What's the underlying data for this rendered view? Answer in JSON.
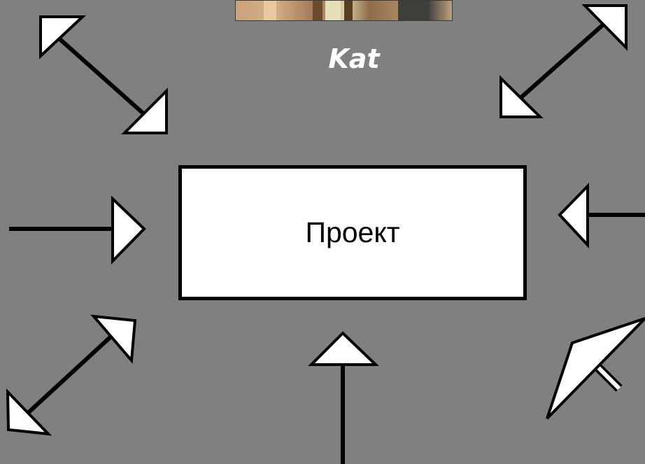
{
  "person": {
    "name": "Kat"
  },
  "center": {
    "label": "Проект"
  },
  "colors": {
    "background": "#808080",
    "box_fill": "#ffffff",
    "stroke": "#000000",
    "arrow_fill": "#ffffff",
    "name_text": "#ffffff"
  },
  "arrows": [
    {
      "id": "top-left",
      "kind": "double-headed"
    },
    {
      "id": "top-right",
      "kind": "double-headed"
    },
    {
      "id": "left",
      "kind": "single-headed"
    },
    {
      "id": "right",
      "kind": "single-headed"
    },
    {
      "id": "bottom-left",
      "kind": "double-headed"
    },
    {
      "id": "bottom-center",
      "kind": "single-headed"
    },
    {
      "id": "bottom-right",
      "kind": "single-headed"
    }
  ]
}
